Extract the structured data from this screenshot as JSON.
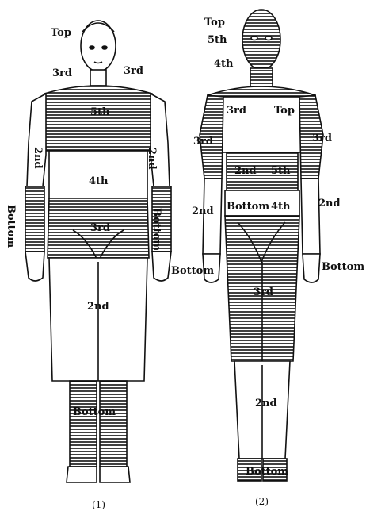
{
  "figure_1": {
    "caption": "(1)",
    "labels": {
      "top": "Top",
      "neck_left": "3rd",
      "neck_right": "3rd",
      "chest": "5th",
      "arm_left": "2nd",
      "arm_right": "2nd",
      "abdomen": "4th",
      "forearm_left": "Bottom",
      "forearm_right": "Bottom",
      "pelvis": "3rd",
      "thigh": "2nd",
      "shin": "Bottom"
    }
  },
  "figure_2": {
    "caption": "(2)",
    "labels": {
      "head_top": "Top",
      "head_5th": "5th",
      "head_4th": "4th",
      "shoulder_left": "3rd",
      "chest_right": "Top",
      "arm_left": "3rd",
      "arm_right": "3rd",
      "belly_left": "2nd",
      "belly_right": "5th",
      "waist_left": "Bottom",
      "waist_right": "4th",
      "forearm_left": "2nd",
      "forearm_right": "2nd",
      "hand_left": "Bottom",
      "hand_right": "Bottom",
      "legs": "3rd",
      "calf": "2nd",
      "feet": "Bottom"
    }
  },
  "colors": {
    "ink": "#111111",
    "paper": "#ffffff"
  }
}
